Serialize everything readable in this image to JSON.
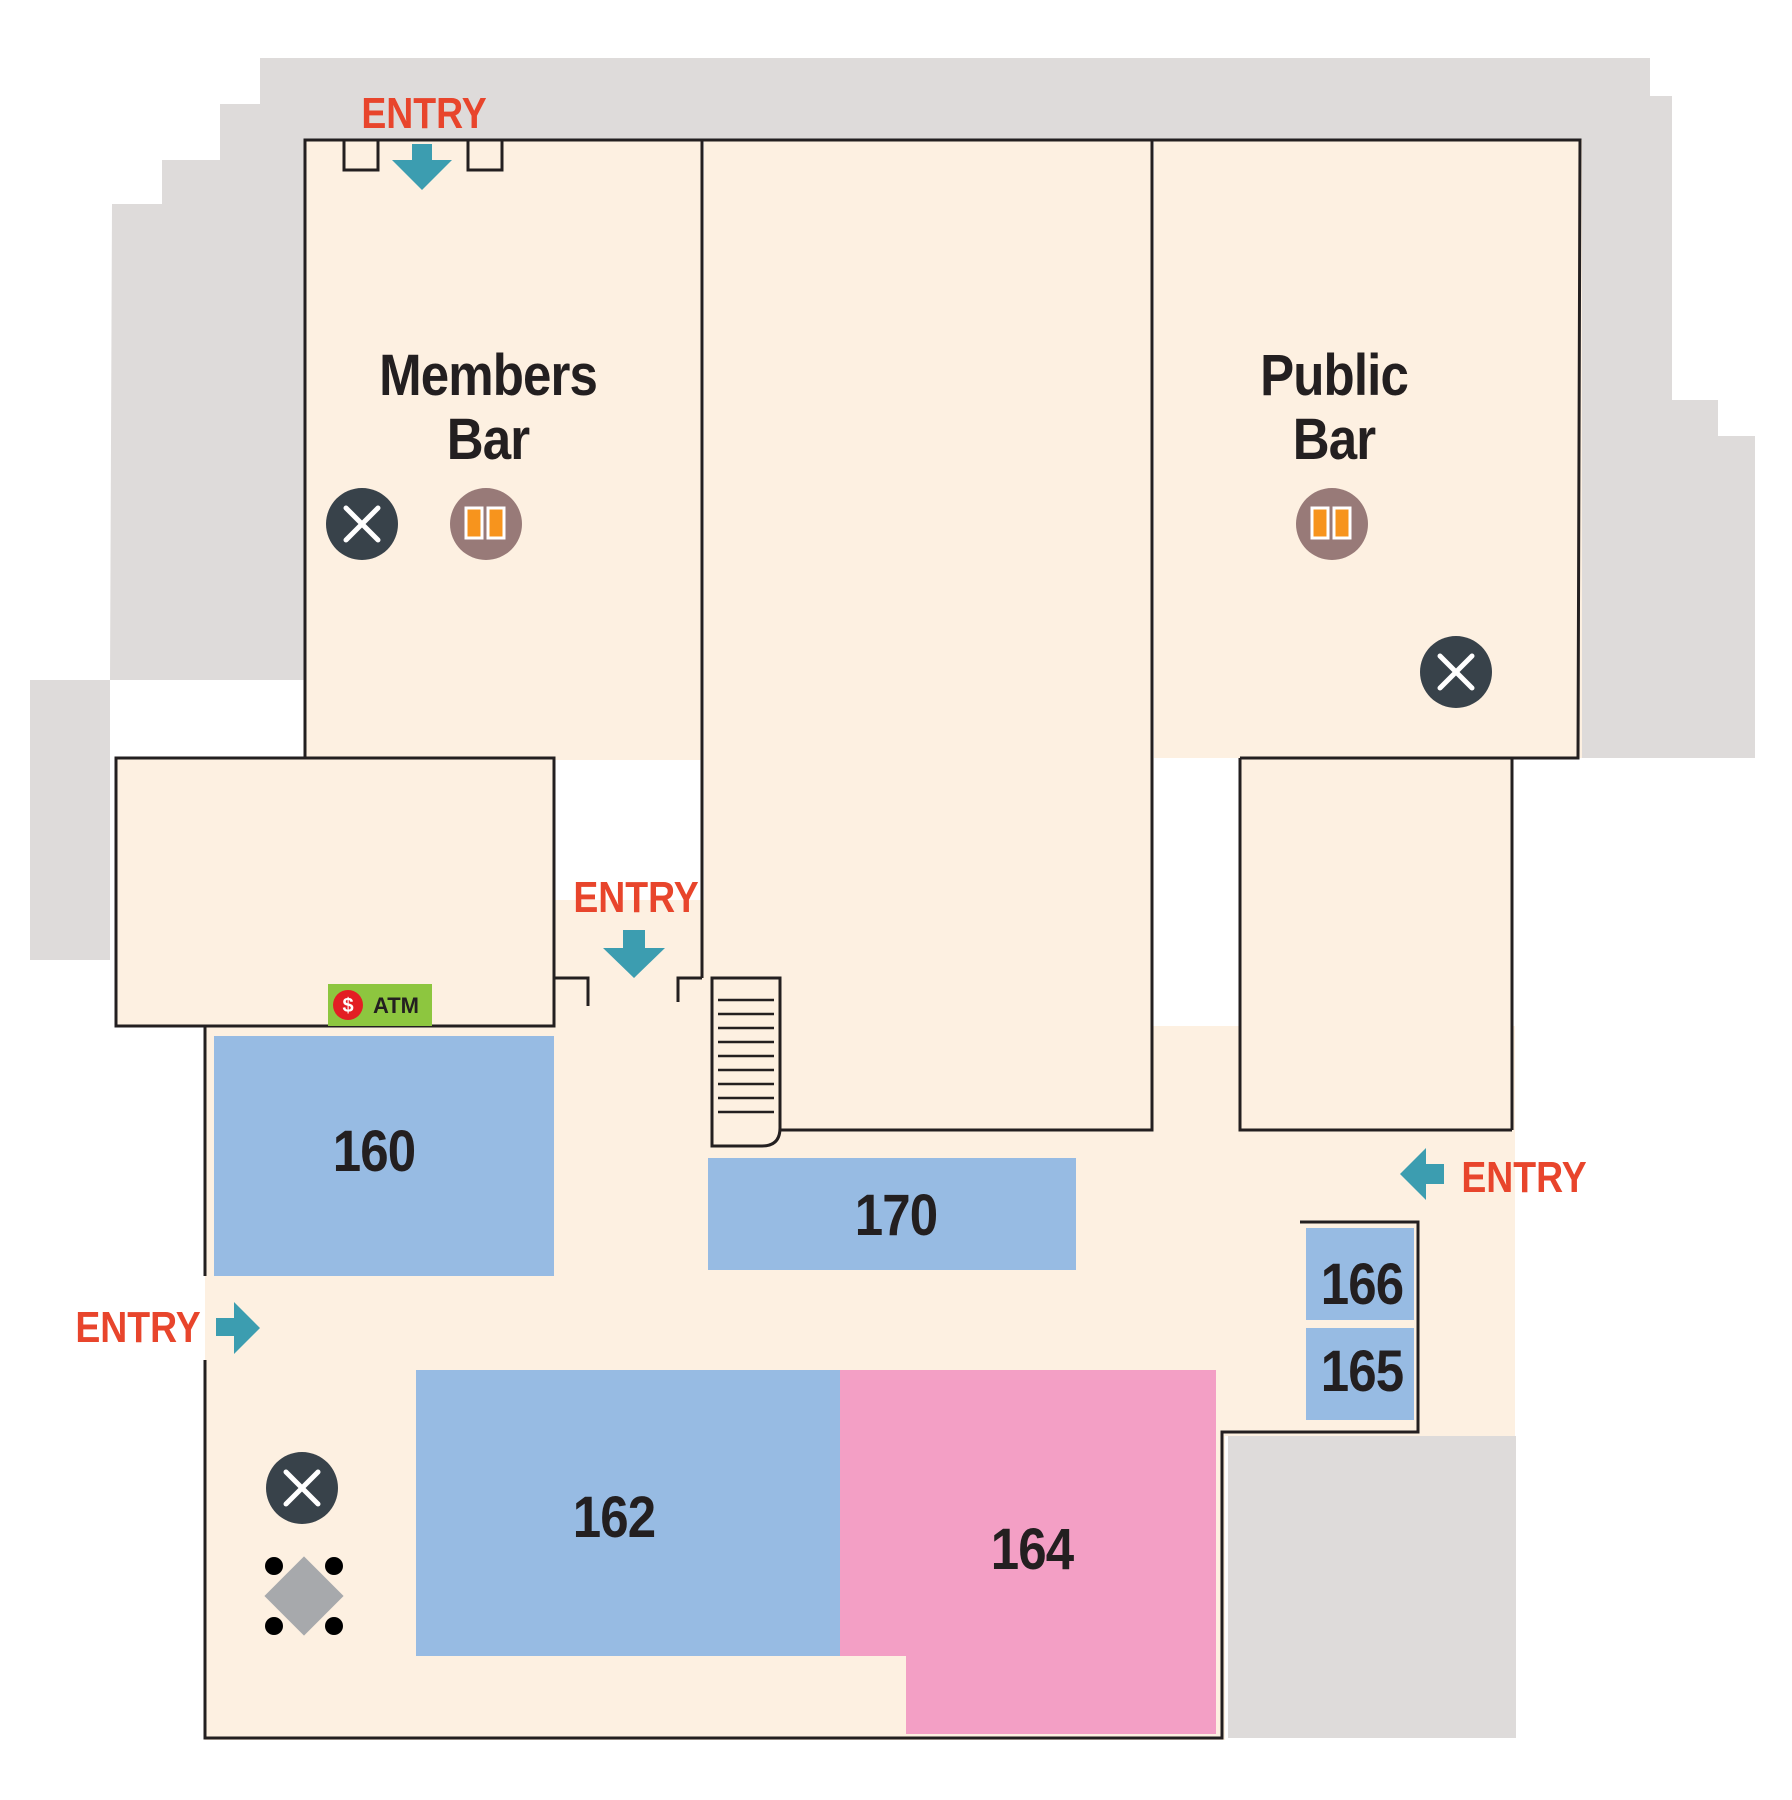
{
  "rooms": {
    "members_bar": {
      "line1": "Members",
      "line2": "Bar"
    },
    "public_bar": {
      "line1": "Public",
      "line2": "Bar"
    },
    "r160": "160",
    "r170": "170",
    "r166": "166",
    "r165": "165",
    "r162": "162",
    "r164": "164"
  },
  "entries": {
    "top": "ENTRY",
    "middle": "ENTRY",
    "right": "ENTRY",
    "left": "ENTRY"
  },
  "atm": {
    "label": "ATM",
    "symbol": "$"
  },
  "icons": {
    "dining": "fork-knife-icon",
    "bar": "beer-glasses-icon",
    "seating": "table-chairs-icon",
    "entry_arrow": "arrow-icon"
  },
  "colors": {
    "floor": "#fdf0e1",
    "outside": "#dedbda",
    "room_blue": "#97bbe3",
    "room_pink": "#f39fc5",
    "entry_text": "#e8452c",
    "arrow": "#3c9db0",
    "dining_icon_bg": "#38424a",
    "bar_icon_bg": "#987a78",
    "atm_bg": "#8dc63f",
    "atm_symbol": "#e31e24",
    "wall": "#231f20"
  }
}
